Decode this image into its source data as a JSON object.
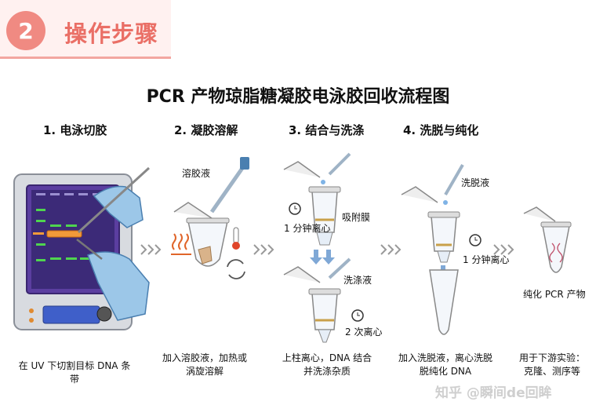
{
  "header": {
    "badge": "2",
    "title": "操作步骤"
  },
  "title": "PCR 产物琼脂糖凝胶电泳胶回收流程图",
  "steps": [
    {
      "label": "1. 电泳切胶",
      "caption": "在 UV 下切割目标 DNA 条带"
    },
    {
      "label": "2. 凝胶溶解",
      "caption_line1": "加入溶胶液，加热或",
      "caption_line2": "涡旋溶解",
      "reagent": "溶胶液"
    },
    {
      "label": "3. 结合与洗涤",
      "caption_line1": "上柱离心，DNA 结合",
      "caption_line2": "并洗涤杂质",
      "membrane": "吸附膜",
      "spin1": "1 分钟离心",
      "wash": "洗涤液",
      "spin2": "2 次离心"
    },
    {
      "label": "4. 洗脱与纯化",
      "caption_line1": "加入洗脱液，离心洗脱",
      "caption_line2": "脱纯化 DNA",
      "reagent": "洗脱液",
      "spin": "1 分钟离心"
    }
  ],
  "final": {
    "label": "纯化 PCR 产物",
    "caption_line1": "用于下游实验：",
    "caption_line2": "克隆、测序等"
  },
  "colors": {
    "accent": "#ea6f66",
    "badge": "#f08a82",
    "gel_band": "#4fd44f",
    "cut_band": "#f29a3a",
    "glove": "#9cc7e8",
    "device": "#5b3ea0"
  },
  "watermark": "知乎 @瞬间de回眸"
}
